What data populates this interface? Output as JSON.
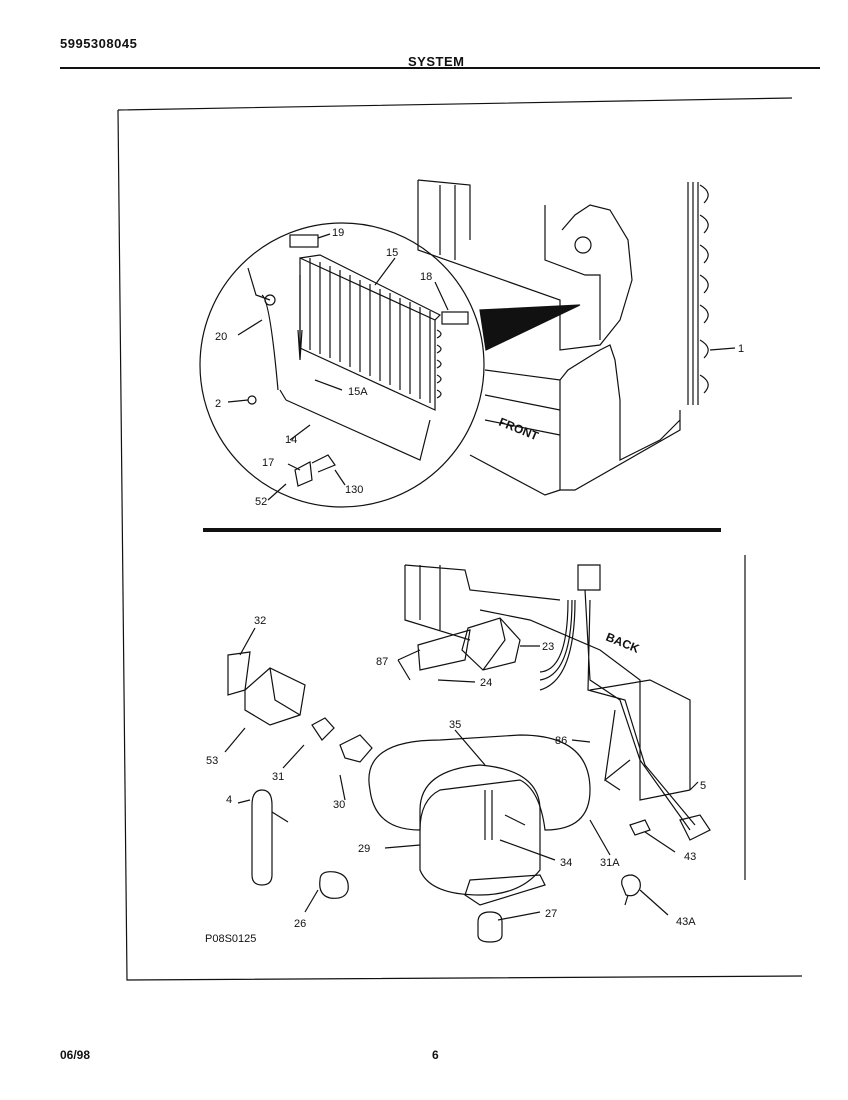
{
  "header": {
    "doc_number": "5995308045",
    "section": "SYSTEM"
  },
  "footer": {
    "date": "06/98",
    "page": "6"
  },
  "diagram": {
    "part_code": "P08S0125",
    "labels": {
      "front": "FRONT",
      "back": "BACK"
    },
    "callouts": {
      "c1": "1",
      "c2": "2",
      "c4": "4",
      "c5": "5",
      "c14": "14",
      "c15": "15",
      "c15a": "15A",
      "c17": "17",
      "c18": "18",
      "c19": "19",
      "c20": "20",
      "c23": "23",
      "c24": "24",
      "c26": "26",
      "c27": "27",
      "c29": "29",
      "c30": "30",
      "c31": "31",
      "c31a": "31A",
      "c32": "32",
      "c34": "34",
      "c35": "35",
      "c43": "43",
      "c43a": "43A",
      "c52": "52",
      "c53": "53",
      "c86": "86",
      "c87": "87",
      "c130": "130"
    }
  }
}
